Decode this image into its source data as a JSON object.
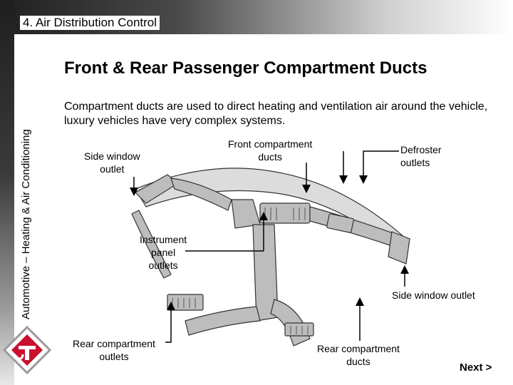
{
  "header": {
    "title": "4. Air Distribution Control"
  },
  "sidebar": {
    "vertical_label": "Automotive – Heating & Air Conditioning"
  },
  "main": {
    "title": "Front & Rear Passenger Compartment Ducts",
    "description": "Compartment ducts are used to direct heating and ventilation air around the vehicle, luxury vehicles have very complex systems."
  },
  "callouts": {
    "side_window_left": {
      "line1": "Side window",
      "line2": "outlet"
    },
    "front_compartment": {
      "line1": "Front compartment",
      "line2": "ducts"
    },
    "defroster": {
      "line1": "Defroster",
      "line2": "outlets"
    },
    "instrument_panel": {
      "line1": "Instrument",
      "line2": "panel",
      "line3": "outlets"
    },
    "side_window_right": {
      "line1": "Side window outlet"
    },
    "rear_outlets": {
      "line1": "Rear compartment",
      "line2": "outlets"
    },
    "rear_ducts": {
      "line1": "Rear compartment",
      "line2": "ducts"
    }
  },
  "navigation": {
    "next_label": "Next >"
  },
  "colors": {
    "accent_red": "#c8102e",
    "duct_gray": "#bdbdbd",
    "header_dark": "#1f1f1f"
  }
}
